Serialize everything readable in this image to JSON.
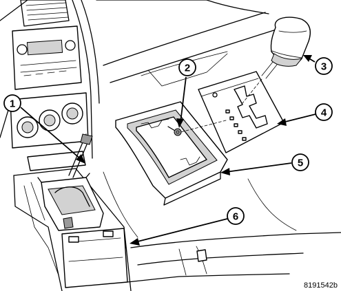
{
  "diagram": {
    "figure_id": "8191542b",
    "callouts": [
      {
        "id": "1",
        "label": "1"
      },
      {
        "id": "2",
        "label": "2"
      },
      {
        "id": "3",
        "label": "3"
      },
      {
        "id": "4",
        "label": "4"
      },
      {
        "id": "5",
        "label": "5"
      },
      {
        "id": "6",
        "label": "6"
      }
    ]
  }
}
